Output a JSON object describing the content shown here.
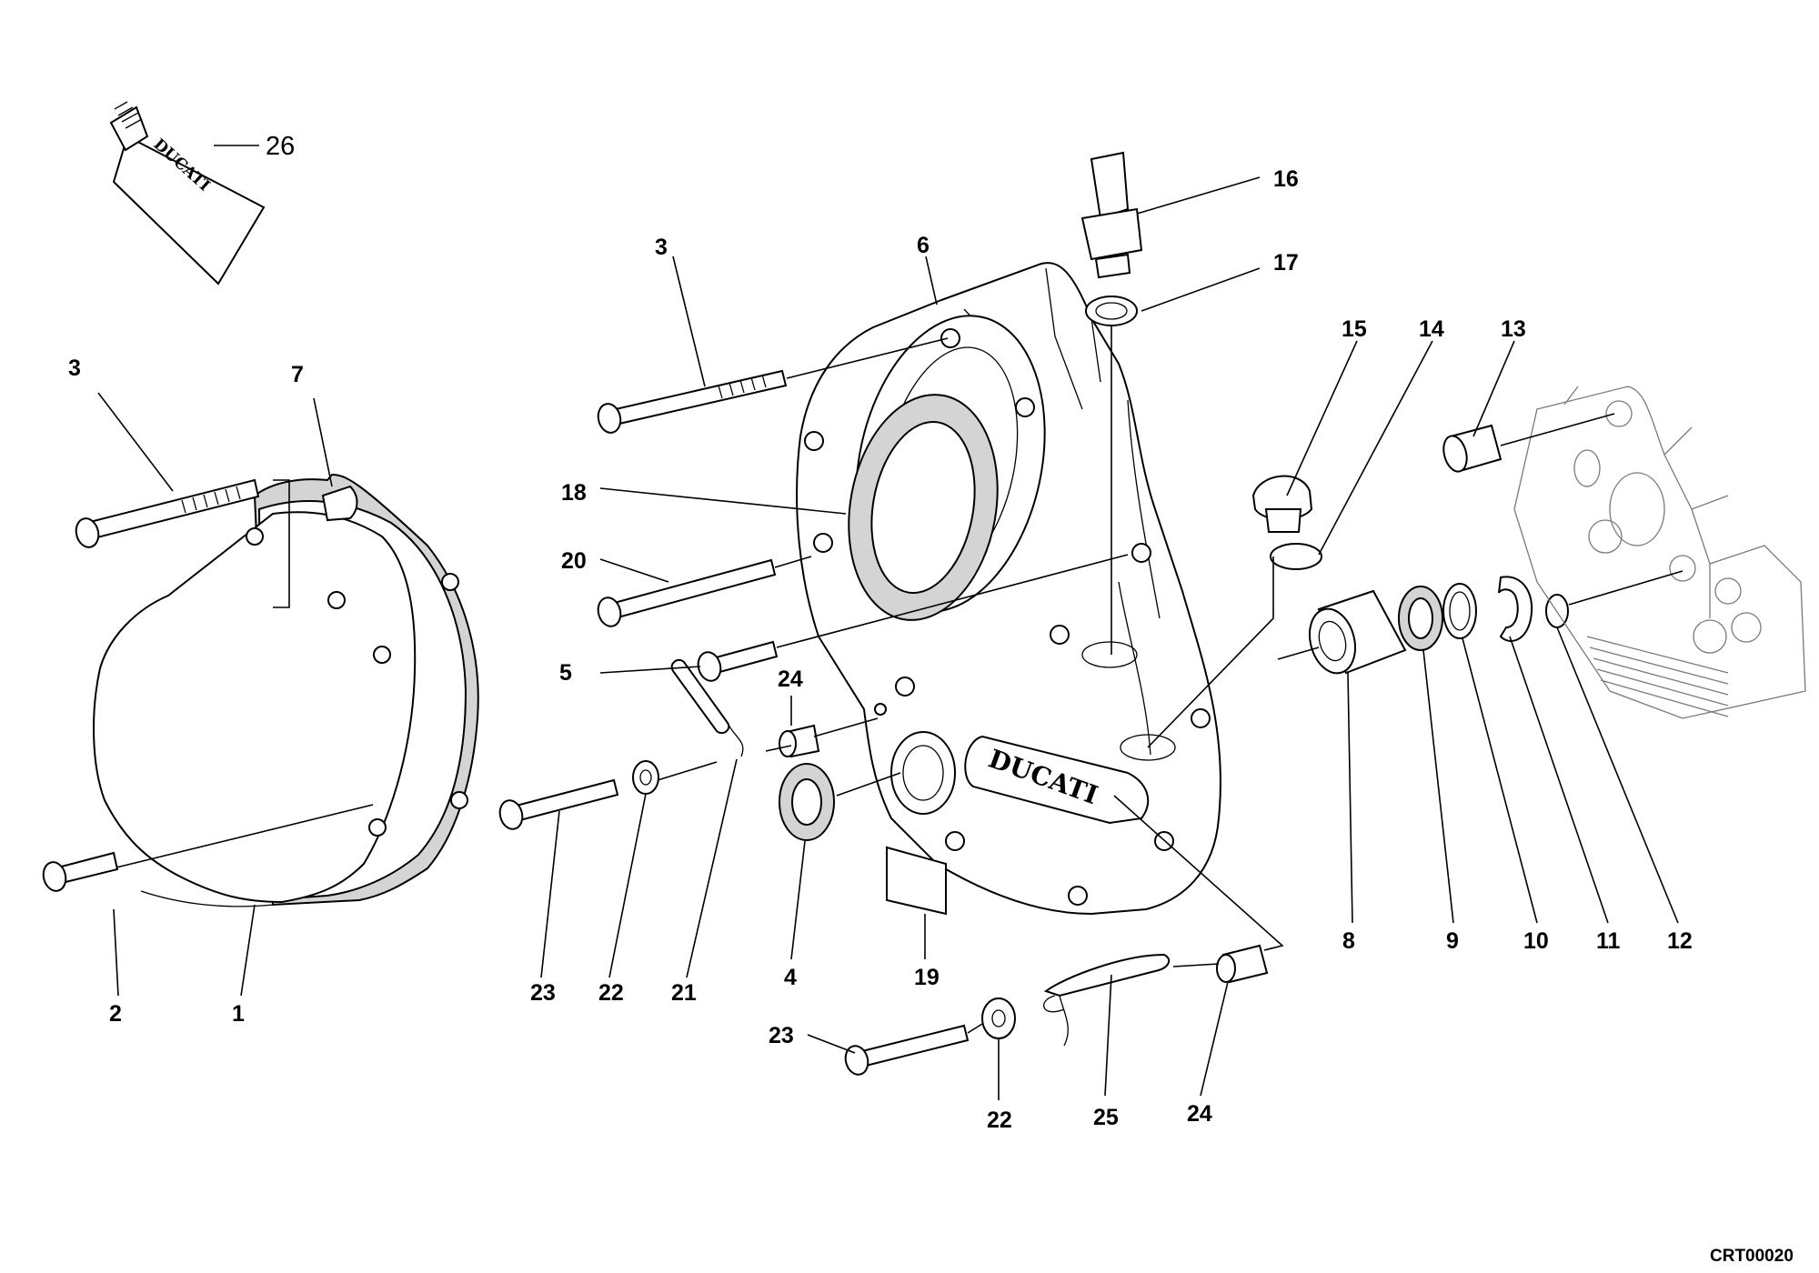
{
  "drawing_code": "CRT00020",
  "brand": "DUCATI",
  "callouts": {
    "c1": "1",
    "c2": "2",
    "c3a": "3",
    "c3b": "3",
    "c4": "4",
    "c5": "5",
    "c6": "6",
    "c7": "7",
    "c8": "8",
    "c9": "9",
    "c10": "10",
    "c11": "11",
    "c12": "12",
    "c13": "13",
    "c14": "14",
    "c15": "15",
    "c16": "16",
    "c17": "17",
    "c18": "18",
    "c19": "19",
    "c20": "20",
    "c21": "21",
    "c22a": "22",
    "c22b": "22",
    "c23a": "23",
    "c23b": "23",
    "c24a": "24",
    "c24b": "24",
    "c25": "25",
    "c26": "26"
  }
}
